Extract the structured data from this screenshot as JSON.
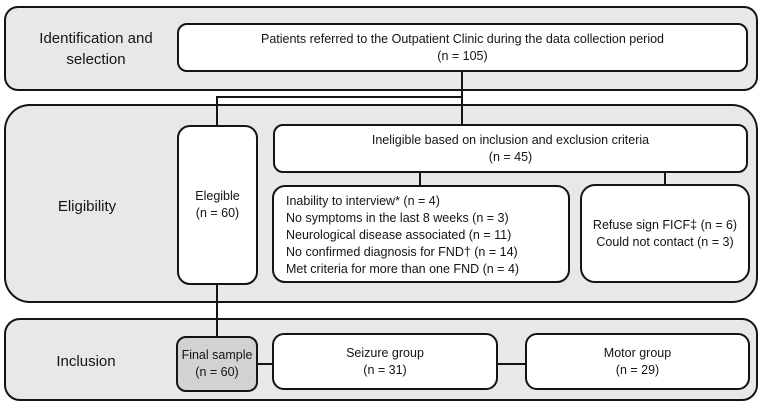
{
  "colors": {
    "section_fill": "#e8e8e8",
    "box_fill": "#ffffff",
    "final_sample_fill": "#d2d2d2",
    "line_color": "#141414"
  },
  "sections": {
    "identification": {
      "label": "Identification and selection"
    },
    "eligibility": {
      "label": "Eligibility"
    },
    "inclusion": {
      "label": "Inclusion"
    }
  },
  "boxes": {
    "referred": {
      "line1": "Patients referred to the Outpatient Clinic during the data collection period",
      "n": "(n = 105)"
    },
    "elegible": {
      "line1": "Elegible",
      "n": "(n = 60)"
    },
    "ineligible": {
      "line1": "Ineligible based on inclusion and exclusion criteria",
      "n": "(n = 45)"
    },
    "exclusion_reasons": {
      "items": [
        "Inability to interview* (n = 4)",
        "No symptoms in the last 8 weeks (n = 3)",
        "Neurological disease associated (n = 11)",
        "No confirmed diagnosis for FND† (n = 14)",
        "Met criteria for more than one FND (n = 4)"
      ]
    },
    "refused_contact": {
      "items": [
        "Refuse sign FICF‡ (n = 6)",
        "Could not contact (n = 3)"
      ]
    },
    "final_sample": {
      "line1": "Final sample",
      "n": "(n = 60)"
    },
    "seizure_group": {
      "line1": "Seizure group",
      "n": "(n = 31)"
    },
    "motor_group": {
      "line1": "Motor group",
      "n": "(n = 29)"
    }
  }
}
